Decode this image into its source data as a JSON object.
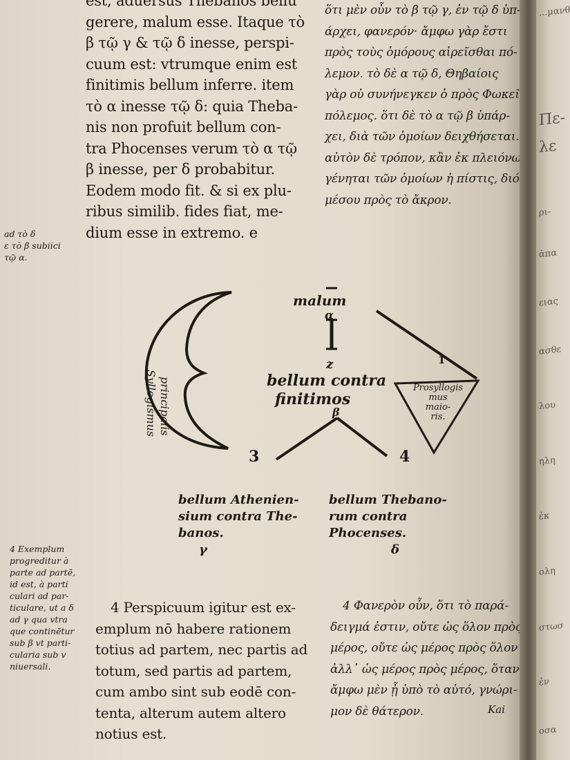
{
  "latin_top": [
    "est, aduersus Thebanos bellū",
    "gerere, malum esse. Itaque τὸ",
    "β τῷ γ & τῷ δ inesse, perspi-",
    "cuum est: vtrumque enim est",
    "finitimis bellum inferre. item",
    "τὸ α inesse τῷ δ: quia Theba-",
    "nis non profuit bellum con-",
    "tra Phocenses verum τὸ α τῷ",
    "β inesse, per δ probabitur.",
    "Eodem modo fit. & si ex plu-",
    "ribus similib. fides fiat, me-",
    "dium esse in extremo. e"
  ],
  "greek_top": [
    "ὅτι μὲν οὖν τὸ β τῷ γ, ἐν τῷ δ ὑπ-",
    "άρχει, φανερόν· ἄμφω γὰρ ἔστι",
    "πρὸς τοὺς ὁμόρους αἱρεῖσθαι πό-",
    "λεμον. τὸ δὲ α τῷ δ, Θηβαίοις",
    "γὰρ οὐ συνήνεγκεν ὁ πρὸς Φωκεῖς",
    "πόλεμος. ὅτι δὲ τὸ α τῷ β ὑπάρ-",
    "χει, διὰ τῶν ὁμοίων δειχθήσεται.",
    "αὐτὸν δὲ τρόπον, κἂν ἐκ πλειόνων",
    "γένηται τῶν ὁμοίων ἡ πίστις, διότι τὸ",
    "μέσου πρὸς τὸ ἄκρον."
  ],
  "margin_left_top": [
    "ad τὸ δ",
    "ε τὸ β subiici",
    "τῷ α."
  ],
  "diagram": {
    "top_label": "malum",
    "alpha": "α",
    "zeta": "z",
    "center_line1": "bellum contra",
    "center_line2": "finitimos",
    "beta": "β",
    "left_num": "3",
    "right_num": "4",
    "crescent_line1": "Syllogismus",
    "crescent_line2": "principalis",
    "triangle_num": "1",
    "triangle_lines": [
      "Prosyllogis",
      "mus",
      "maio-",
      "ris."
    ]
  },
  "caption_left": [
    "bellum Athenien-",
    "sium contra The-",
    "banos.",
    "γ"
  ],
  "caption_right": [
    "bellum Thebano-",
    "rum contra",
    "Phocenses.",
    "δ"
  ],
  "margin_left_bottom": [
    "4 Exemplum",
    "progreditur à",
    "parte ad partē,",
    "id est, à parti",
    "culari ad par-",
    "ticulare, ut a δ",
    "ad γ qua vtra",
    "que continētur",
    "sub β vt parti-",
    "cularia sub v",
    "niuersali."
  ],
  "latin_bottom": [
    "4 Perspicuum igitur est ex-",
    "emplum nō habere rationem",
    "totius ad partem, nec partis ad",
    "totum, sed partis ad partem,",
    "cum ambo sint sub eodē con-",
    "tenta, alterum autem altero",
    "notius est."
  ],
  "greek_bottom": [
    "4 Φανερὸν οὖν, ὅτι τὸ παρά-",
    "δειγμά ἐστιν, οὔτε ὡς ὅλον πρὸς",
    "μέρος, οὔτε ὡς μέρος πρὸς ὅλον",
    "ἀλλ᾽ ὡς μέρος πρὸς μέρος, ὅταν",
    "ἄμφω μὲν ᾖ ὑπὸ τὸ αὐτό, γνώρι-",
    "μον δὲ θάτερον."
  ],
  "footer_mark": "Kai",
  "right_page_text": [
    "...μανθάνω",
    "Πε-",
    "λε",
    "ρι-",
    "ἀπα",
    "ειας",
    "ασθε",
    "λου",
    "ηλη",
    "ἐκ",
    "ολη",
    "στωσ",
    "ἐν",
    "οσα"
  ]
}
